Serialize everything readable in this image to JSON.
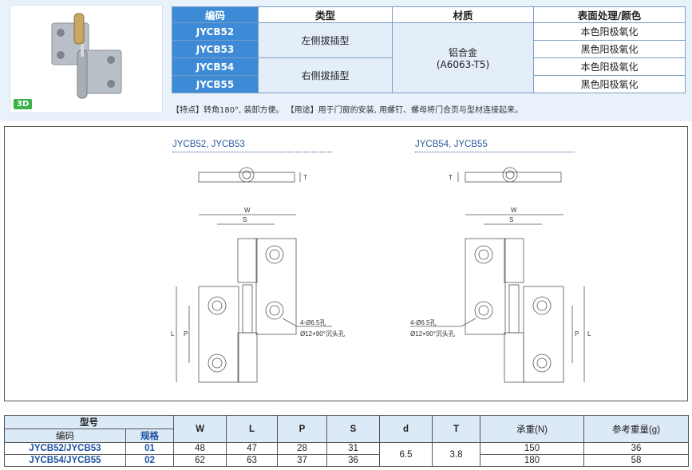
{
  "badge": "3D",
  "spec_table": {
    "headers": [
      "编码",
      "类型",
      "材质",
      "表面处理/颜色"
    ],
    "codes": [
      "JYCB52",
      "JYCB53",
      "JYCB54",
      "JYCB55"
    ],
    "types": [
      "左侧拔插型",
      "右侧拔插型"
    ],
    "material": "铝合金",
    "material_grade": "(A6063-T5)",
    "finishes": [
      "本色阳极氧化",
      "黑色阳极氧化",
      "本色阳极氧化",
      "黑色阳极氧化"
    ]
  },
  "features_text": "【特点】转角180°, 装卸方便。 【用途】用于门窗的安装, 用螺钉、螺母将门合页与型材连接起来。",
  "drawing": {
    "left_title": "JYCB52, JYCB53",
    "right_title": "JYCB54, JYCB55",
    "dim_w": "W",
    "dim_s": "S",
    "dim_l": "L",
    "dim_p": "P",
    "dim_t": "T",
    "hole_note_1": "4-Ø6.5孔",
    "hole_note_2": "Ø12×90°沉头孔"
  },
  "dims_table": {
    "group_header": "型号",
    "code_header": "编码",
    "spec_header": "规格",
    "columns": [
      "W",
      "L",
      "P",
      "S",
      "d",
      "T",
      "承重(N)",
      "参考重量(g)"
    ],
    "rows": [
      {
        "code": "JYCB52/JYCB53",
        "spec": "01",
        "W": "48",
        "L": "47",
        "P": "28",
        "S": "31",
        "load": "150",
        "weight": "36"
      },
      {
        "code": "JYCB54/JYCB55",
        "spec": "02",
        "W": "62",
        "L": "63",
        "P": "37",
        "S": "36",
        "load": "180",
        "weight": "58"
      }
    ],
    "d": "6.5",
    "T": "3.8"
  }
}
